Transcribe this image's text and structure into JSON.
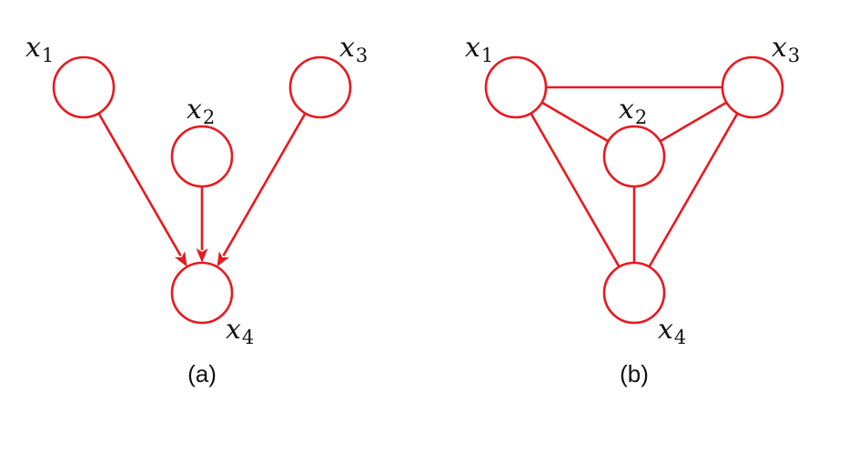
{
  "colors": {
    "accent": "#e8191f",
    "text": "#111111",
    "background": "#ffffff"
  },
  "diagrams": [
    {
      "id": "a",
      "caption": "(a)",
      "edge_type": "directed",
      "nodes": [
        {
          "id": "x1",
          "base": "x",
          "sub": "1"
        },
        {
          "id": "x2",
          "base": "x",
          "sub": "2"
        },
        {
          "id": "x3",
          "base": "x",
          "sub": "3"
        },
        {
          "id": "x4",
          "base": "x",
          "sub": "4"
        }
      ],
      "edges": [
        {
          "from": "x1",
          "to": "x4"
        },
        {
          "from": "x2",
          "to": "x4"
        },
        {
          "from": "x3",
          "to": "x4"
        }
      ]
    },
    {
      "id": "b",
      "caption": "(b)",
      "edge_type": "undirected",
      "nodes": [
        {
          "id": "x1",
          "base": "x",
          "sub": "1"
        },
        {
          "id": "x2",
          "base": "x",
          "sub": "2"
        },
        {
          "id": "x3",
          "base": "x",
          "sub": "3"
        },
        {
          "id": "x4",
          "base": "x",
          "sub": "4"
        }
      ],
      "edges": [
        {
          "from": "x1",
          "to": "x3"
        },
        {
          "from": "x1",
          "to": "x2"
        },
        {
          "from": "x2",
          "to": "x3"
        },
        {
          "from": "x1",
          "to": "x4"
        },
        {
          "from": "x2",
          "to": "x4"
        },
        {
          "from": "x3",
          "to": "x4"
        }
      ]
    }
  ]
}
